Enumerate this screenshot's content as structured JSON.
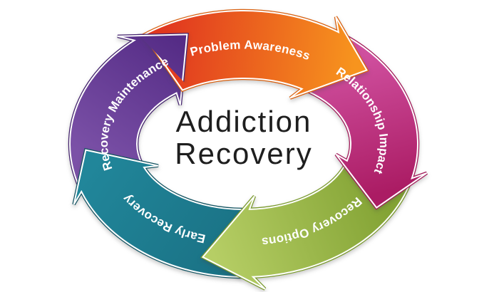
{
  "diagram": {
    "title_line1": "Addiction",
    "title_line2": "Recovery",
    "title_color": "#1e1e1e",
    "background_color": "#ffffff",
    "label_color": "#ffffff",
    "outline_color": "#ffffff",
    "segments": [
      {
        "id": "problem-awareness",
        "label": "Problem Awareness",
        "position": "top",
        "order": 1,
        "color_tail": "#e1381f",
        "color_head": "#f7941e",
        "edge_color": "#d9600f"
      },
      {
        "id": "relationship-impact",
        "label": "Relationship Impact",
        "position": "right",
        "order": 2,
        "color_tail": "#cf4f9e",
        "color_head": "#ab1c64",
        "edge_color": "#a11858"
      },
      {
        "id": "recovery-options",
        "label": "Recovery Options",
        "position": "bottom-right",
        "order": 3,
        "color_tail": "#83a334",
        "color_head": "#b6ce65",
        "edge_color": "#7a9a2d"
      },
      {
        "id": "early-recovery",
        "label": "Early Recovery",
        "position": "bottom-left",
        "order": 4,
        "color_tail": "#1a7285",
        "color_head": "#21869a",
        "edge_color": "#135462"
      },
      {
        "id": "recovery-maintenance",
        "label": "Recovery Maintenance",
        "position": "left",
        "order": 5,
        "color_tail": "#7b51a7",
        "color_head": "#552c86",
        "edge_color": "#44236e"
      }
    ]
  }
}
